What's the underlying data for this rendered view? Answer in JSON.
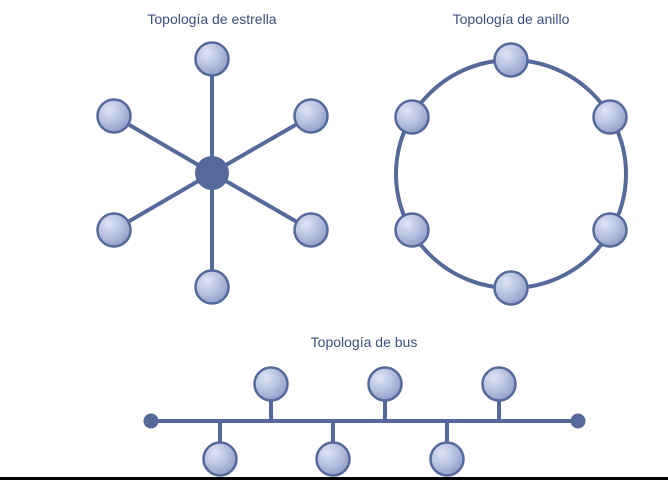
{
  "titles": {
    "star": "Topología de estrella",
    "ring": "Topología de anillo",
    "bus": "Topología de bus"
  },
  "colors": {
    "line": "#56699b",
    "node_fill_light": "#dfe5f5",
    "node_fill_mid": "#b4bfdf",
    "node_fill_dark": "#8c9ac6",
    "node_stroke": "#56699b",
    "hub_fill": "#56699b",
    "title_text": "#3b4f7c"
  },
  "diagram": {
    "star": {
      "hub_count": 1,
      "peripheral_node_count": 6
    },
    "ring": {
      "node_count": 6
    },
    "bus": {
      "node_count": 6,
      "terminator_count": 2
    }
  }
}
